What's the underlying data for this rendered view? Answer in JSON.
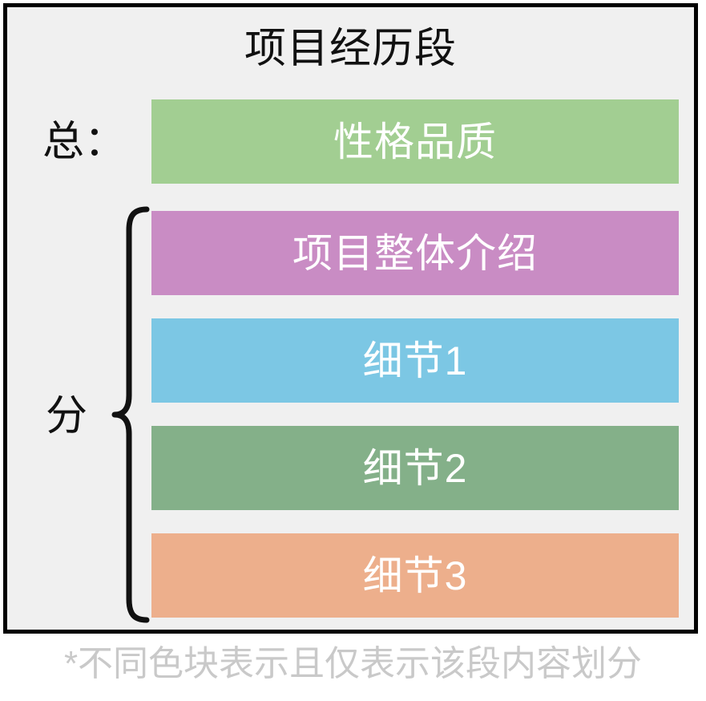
{
  "panel": {
    "title": "项目经历段",
    "background_color": "#F0F0F0",
    "border_color": "#000000",
    "title_color": "#111111"
  },
  "groups": {
    "summary_label": "总：",
    "detail_label": "分",
    "brace_color": "#111111"
  },
  "bars": [
    {
      "label": "性格品质",
      "color": "#A2CE92",
      "text_color": "#FFFFFF",
      "group": "summary"
    },
    {
      "label": "项目整体介绍",
      "color": "#C98CC4",
      "text_color": "#FFFFFF",
      "group": "detail"
    },
    {
      "label": "细节1",
      "color": "#7CC7E4",
      "text_color": "#FFFFFF",
      "group": "detail"
    },
    {
      "label": "细节2",
      "color": "#84B089",
      "text_color": "#FFFFFF",
      "group": "detail"
    },
    {
      "label": "细节3",
      "color": "#EDAF8C",
      "text_color": "#FFFFFF",
      "group": "detail"
    }
  ],
  "footnote": {
    "text": "*不同色块表示且仅表示该段内容划分",
    "color": "#C9C9C9"
  }
}
